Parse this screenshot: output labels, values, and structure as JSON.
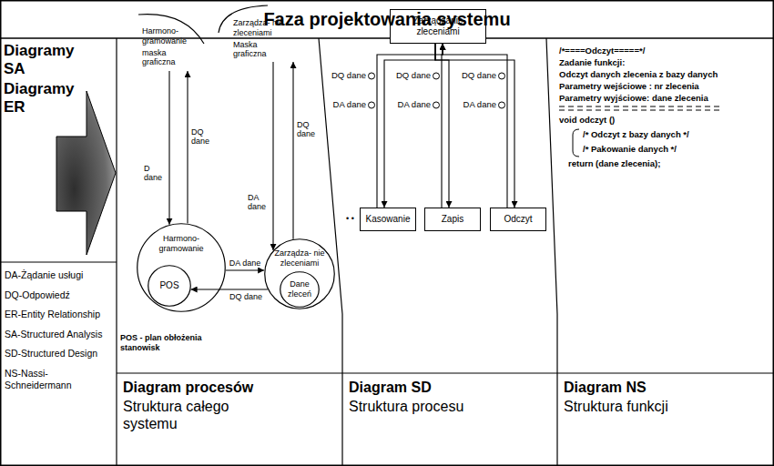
{
  "diagram": {
    "title": "Faza projektowania systemu",
    "nodes": [
      {
        "text": [
          "Harmono- gramowanie",
          "maska graficzna"
        ]
      },
      {
        "text": [
          "Zarządza- nie zleceniami",
          "Maska graficzna"
        ]
      },
      {
        "text": [
          "Harmono- gramowanie"
        ]
      },
      {
        "text": [
          "POS"
        ],
        "in": 2
      },
      {
        "text": [
          "Zarządza- nie zleceniami"
        ]
      },
      {
        "text": [
          "Dane zleceń"
        ],
        "in": 4
      },
      {
        "text": [
          "Zarządzanie zleceniami"
        ]
      },
      {
        "text": [
          "Kasowanie"
        ]
      },
      {
        "text": [
          "Zapis"
        ]
      },
      {
        "text": [
          "Odczyt"
        ]
      },
      {
        "text": [
          "DA-Żądanie usługi",
          "DQ-Odpowiedź",
          "ER-Entity Relationship",
          "SA-Structured Analysis",
          "SD-Structured Design",
          "NS-Nassi- Schneidermann"
        ]
      },
      {
        "text": [
          "Diagram procesów",
          "Struktura całego systemu"
        ]
      },
      {
        "text": [
          "Diagram SD",
          "Struktura procesu"
        ]
      },
      {
        "text": [
          "Diagram NS",
          "Struktura funkcji"
        ]
      }
    ],
    "edges": [
      {
        "from": 2,
        "to": 0,
        "label": "DQ dane",
        "arrow": "to"
      },
      {
        "from": 0,
        "to": 2,
        "label": "D dane",
        "arrow": "to"
      },
      {
        "from": 4,
        "to": 1,
        "label": "DQ dane",
        "arrow": "to"
      },
      {
        "from": 1,
        "to": 4,
        "label": "DA dane",
        "arrow": "to"
      },
      {
        "from": 2,
        "to": 4,
        "label": "DA dane",
        "arrow": "to"
      },
      {
        "from": 4,
        "to": 3,
        "label": "DQ dane",
        "arrow": "to"
      },
      {
        "from": 7,
        "to": 6,
        "label": "DQ dane",
        "arrow": "to"
      },
      {
        "from": 6,
        "to": 7,
        "label": "DA dane",
        "arrow": "to"
      },
      {
        "from": 8,
        "to": 6,
        "label": "DQ dane",
        "arrow": "to"
      },
      {
        "from": 6,
        "to": 8,
        "label": "DA dane",
        "arrow": "to"
      },
      {
        "from": 9,
        "to": 6,
        "label": "DQ dane",
        "arrow": "to"
      },
      {
        "from": 6,
        "to": 9,
        "label": "DA dane",
        "arrow": "to"
      }
    ],
    "labels": [
      "Diagramy SA",
      "Diagramy ER",
      "POS - plan obłożenia stanowisk",
      "• •",
      "/*====Odczyt=====*/",
      "Zadanie funkcji:",
      "Odczyt danych zlecenia z bazy danych",
      "Parametry wejściowe : nr zlecenia",
      "Parametry wyjściowe: dane zlecenia",
      "void odczyt ()",
      "/* Odczyt z bazy danych */",
      "/* Pakowanie danych */",
      "return (dane zlecenia);"
    ]
  }
}
